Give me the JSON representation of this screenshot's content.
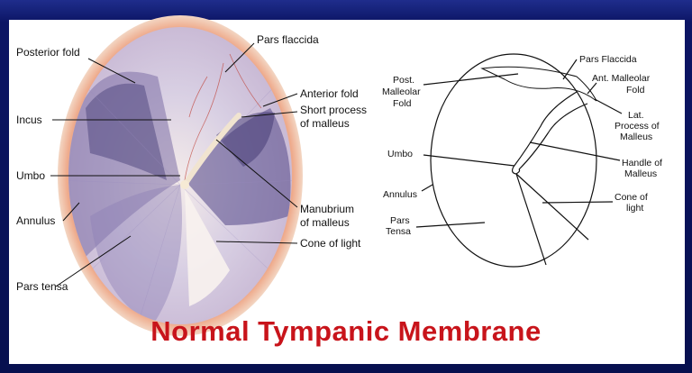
{
  "left_labels": {
    "posterior_fold": "Posterior fold",
    "pars_flaccida": "Pars flaccida",
    "anterior_fold": "Anterior fold",
    "incus": "Incus",
    "short_process_1": "Short process",
    "short_process_2": "of malleus",
    "umbo": "Umbo",
    "manubrium_1": "Manubrium",
    "manubrium_2": "of malleus",
    "annulus": "Annulus",
    "cone_of_light": "Cone of light",
    "pars_tensa": "Pars tensa"
  },
  "right_labels": {
    "pars_flaccida": "Pars Flaccida",
    "post_1": "Post.",
    "post_2": "Malleolar",
    "post_3": "Fold",
    "ant_1": "Ant. Malleolar",
    "ant_2": "Fold",
    "lat_1": "Lat.",
    "lat_2": "Process of",
    "lat_3": "Malleus",
    "umbo": "Umbo",
    "handle_1": "Handle of",
    "handle_2": "Malleus",
    "annulus": "Annulus",
    "cone_1": "Cone of",
    "cone_2": "light",
    "pars_1": "Pars",
    "pars_2": "Tensa"
  },
  "title": "Normal Tympanic Membrane"
}
